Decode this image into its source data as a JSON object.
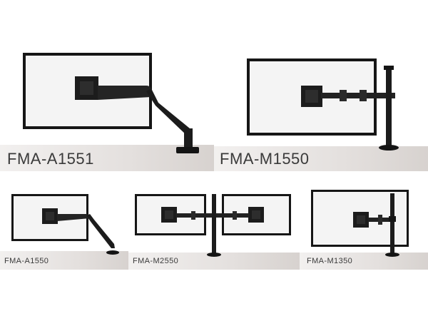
{
  "products": [
    {
      "model": "FMA-A1551",
      "mount": "gas-spring-arm",
      "monitors": 1
    },
    {
      "model": "FMA-M1550",
      "mount": "pole-arm",
      "monitors": 1
    },
    {
      "model": "FMA-A1550",
      "mount": "gas-spring-arm",
      "monitors": 1
    },
    {
      "model": "FMA-M2550",
      "mount": "pole-dual-arm",
      "monitors": 2
    },
    {
      "model": "FMA-M1350",
      "mount": "pole-arm",
      "monitors": 1
    }
  ],
  "colors": {
    "background": "#ffffff",
    "desk": "#e6e2e0",
    "bezel": "#161616",
    "screen": "#f3f3f3",
    "hardware": "#1c1c1c",
    "caption": "#3a3a3a"
  }
}
